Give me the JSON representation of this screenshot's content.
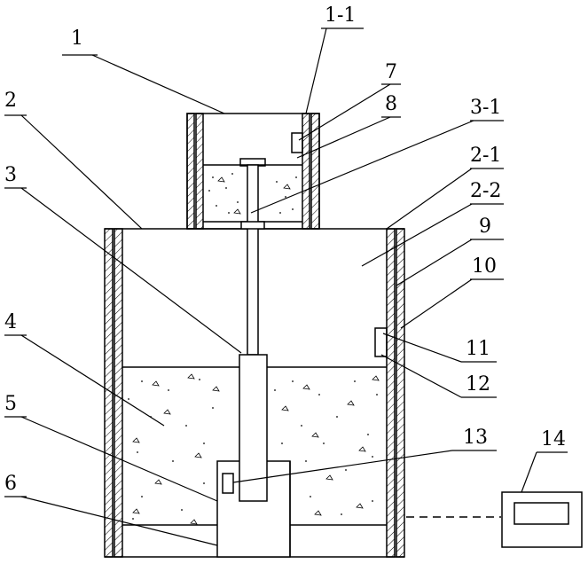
{
  "labels": {
    "l1": "1",
    "l1_1": "1-1",
    "l2": "2",
    "l3": "3",
    "l3_1": "3-1",
    "l2_1": "2-1",
    "l2_2": "2-2",
    "l4": "4",
    "l5": "5",
    "l6": "6",
    "l7": "7",
    "l8": "8",
    "l9": "9",
    "l10": "10",
    "l11": "11",
    "l12": "12",
    "l13": "13",
    "l14": "14"
  },
  "colors": {
    "line": "#000000",
    "fill": "#ffffff"
  }
}
